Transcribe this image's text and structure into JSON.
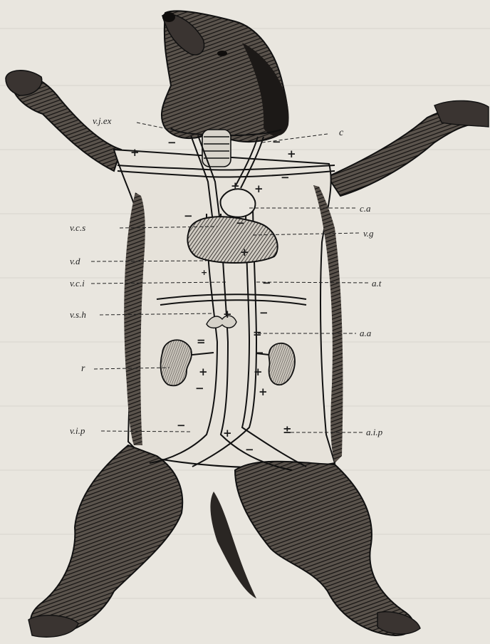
{
  "labels": {
    "vjex": "v.j.ex",
    "c": "c",
    "ca": "c.a",
    "vcs": "v.c.s",
    "vg": "v.g",
    "vd": "v.d",
    "vci": "v.c.i",
    "at": "a.t",
    "vsh": "v.s.h",
    "aa": "a.a",
    "r": "r",
    "vip": "v.i.p",
    "aip": "a.i.p"
  },
  "signs": {
    "plus": "+",
    "minus": "−",
    "plusminus": "±",
    "equals": "="
  },
  "colors": {
    "paper": "#e9e6df",
    "ink": "#1a1a1a",
    "fur": "#2b2724",
    "vessel_fill": "#d6d2c9",
    "organ_fill": "#b9b4ab"
  }
}
